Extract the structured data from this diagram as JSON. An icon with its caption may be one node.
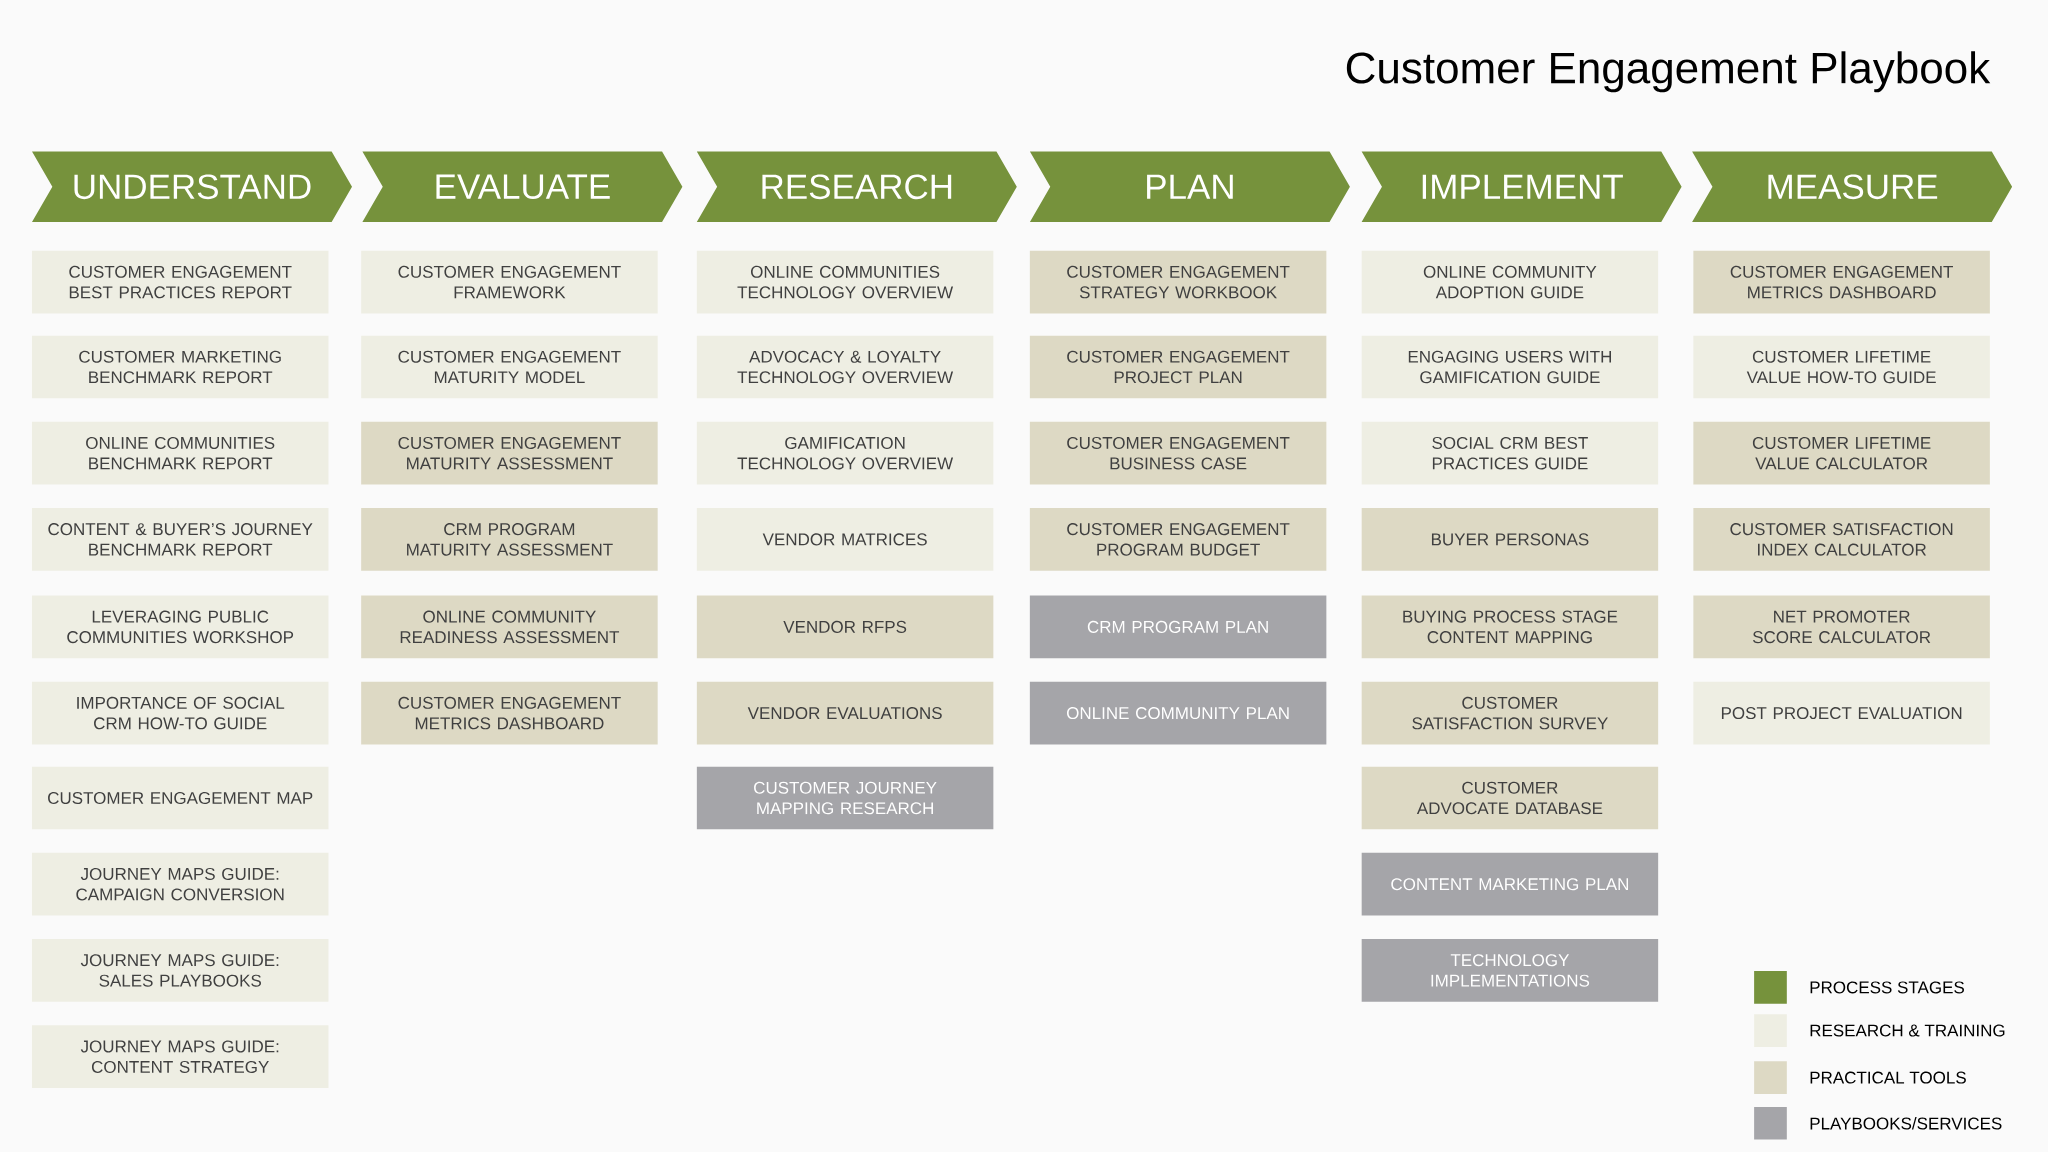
{
  "diagram": {
    "title": "Customer Engagement Playbook",
    "nodes": [
      {
        "text": [
          "UNDERSTAND"
        ]
      },
      {
        "text": [
          "EVALUATE"
        ]
      },
      {
        "text": [
          "RESEARCH"
        ]
      },
      {
        "text": [
          "PLAN"
        ]
      },
      {
        "text": [
          "IMPLEMENT"
        ]
      },
      {
        "text": [
          "MEASURE"
        ]
      },
      {
        "text": [
          "CUSTOMER ENGAGEMENT BEST PRACTICES REPORT"
        ]
      },
      {
        "text": [
          "CUSTOMER MARKETING BENCHMARK REPORT"
        ]
      },
      {
        "text": [
          "ONLINE COMMUNITIES BENCHMARK REPORT"
        ]
      },
      {
        "text": [
          "CONTENT & BUYER’S JOURNEY BENCHMARK REPORT"
        ]
      },
      {
        "text": [
          "LEVERAGING PUBLIC COMMUNITIES WORKSHOP"
        ]
      },
      {
        "text": [
          "IMPORTANCE OF SOCIAL CRM HOW-TO GUIDE"
        ]
      },
      {
        "text": [
          "CUSTOMER ENGAGEMENT MAP"
        ]
      },
      {
        "text": [
          "JOURNEY MAPS GUIDE: CAMPAIGN CONVERSION"
        ]
      },
      {
        "text": [
          "JOURNEY MAPS GUIDE: SALES PLAYBOOKS"
        ]
      },
      {
        "text": [
          "JOURNEY MAPS GUIDE: CONTENT STRATEGY"
        ]
      },
      {
        "text": [
          "CUSTOMER ENGAGEMENT FRAMEWORK"
        ]
      },
      {
        "text": [
          "CUSTOMER ENGAGEMENT MATURITY MODEL"
        ]
      },
      {
        "text": [
          "CUSTOMER ENGAGEMENT MATURITY ASSESSMENT"
        ]
      },
      {
        "text": [
          "CRM PROGRAM MATURITY ASSESSMENT"
        ]
      },
      {
        "text": [
          "ONLINE COMMUNITY READINESS ASSESSMENT"
        ]
      },
      {
        "text": [
          "CUSTOMER ENGAGEMENT METRICS DASHBOARD"
        ]
      },
      {
        "text": [
          "ONLINE COMMUNITIES TECHNOLOGY OVERVIEW"
        ]
      },
      {
        "text": [
          "ADVOCACY & LOYALTY TECHNOLOGY OVERVIEW"
        ]
      },
      {
        "text": [
          "GAMIFICATION TECHNOLOGY OVERVIEW"
        ]
      },
      {
        "text": [
          "VENDOR MATRICES"
        ]
      },
      {
        "text": [
          "VENDOR RFPS"
        ]
      },
      {
        "text": [
          "VENDOR EVALUATIONS"
        ]
      },
      {
        "text": [
          "CUSTOMER JOURNEY MAPPING RESEARCH"
        ]
      },
      {
        "text": [
          "CUSTOMER ENGAGEMENT STRATEGY WORKBOOK"
        ]
      },
      {
        "text": [
          "CUSTOMER ENGAGEMENT PROJECT PLAN"
        ]
      },
      {
        "text": [
          "CUSTOMER ENGAGEMENT BUSINESS CASE"
        ]
      },
      {
        "text": [
          "CUSTOMER ENGAGEMENT PROGRAM BUDGET"
        ]
      },
      {
        "text": [
          "CRM PROGRAM PLAN"
        ]
      },
      {
        "text": [
          "ONLINE COMMUNITY PLAN"
        ]
      },
      {
        "text": [
          "ONLINE COMMUNITY ADOPTION GUIDE"
        ]
      },
      {
        "text": [
          "ENGAGING USERS WITH GAMIFICATION GUIDE"
        ]
      },
      {
        "text": [
          "SOCIAL CRM BEST PRACTICES GUIDE"
        ]
      },
      {
        "text": [
          "BUYER PERSONAS"
        ]
      },
      {
        "text": [
          "BUYING PROCESS STAGE CONTENT MAPPING"
        ]
      },
      {
        "text": [
          "CUSTOMER SATISFACTION SURVEY"
        ]
      },
      {
        "text": [
          "CUSTOMER ADVOCATE DATABASE"
        ]
      },
      {
        "text": [
          "CONTENT MARKETING PLAN"
        ]
      },
      {
        "text": [
          "TECHNOLOGY IMPLEMENTATIONS"
        ]
      },
      {
        "text": [
          "CUSTOMER ENGAGEMENT METRICS DASHBOARD"
        ]
      },
      {
        "text": [
          "CUSTOMER LIFETIME VALUE HOW-TO GUIDE"
        ]
      },
      {
        "text": [
          "CUSTOMER LIFETIME VALUE CALCULATOR"
        ]
      },
      {
        "text": [
          "CUSTOMER SATISFACTION INDEX CALCULATOR"
        ]
      },
      {
        "text": [
          "NET PROMOTER SCORE CALCULATOR"
        ]
      },
      {
        "text": [
          "POST PROJECT EVALUATION"
        ]
      }
    ],
    "legend": [
      {
        "text": "PROCESS STAGES",
        "color": "#76923c"
      },
      {
        "text": "RESEARCH & TRAINING",
        "color": "#eeeee3"
      },
      {
        "text": "PRACTICAL TOOLS",
        "color": "#ddd9c4"
      },
      {
        "text": "PLAYBOOKS/SERVICES",
        "color": "#a5a5a9"
      }
    ]
  }
}
